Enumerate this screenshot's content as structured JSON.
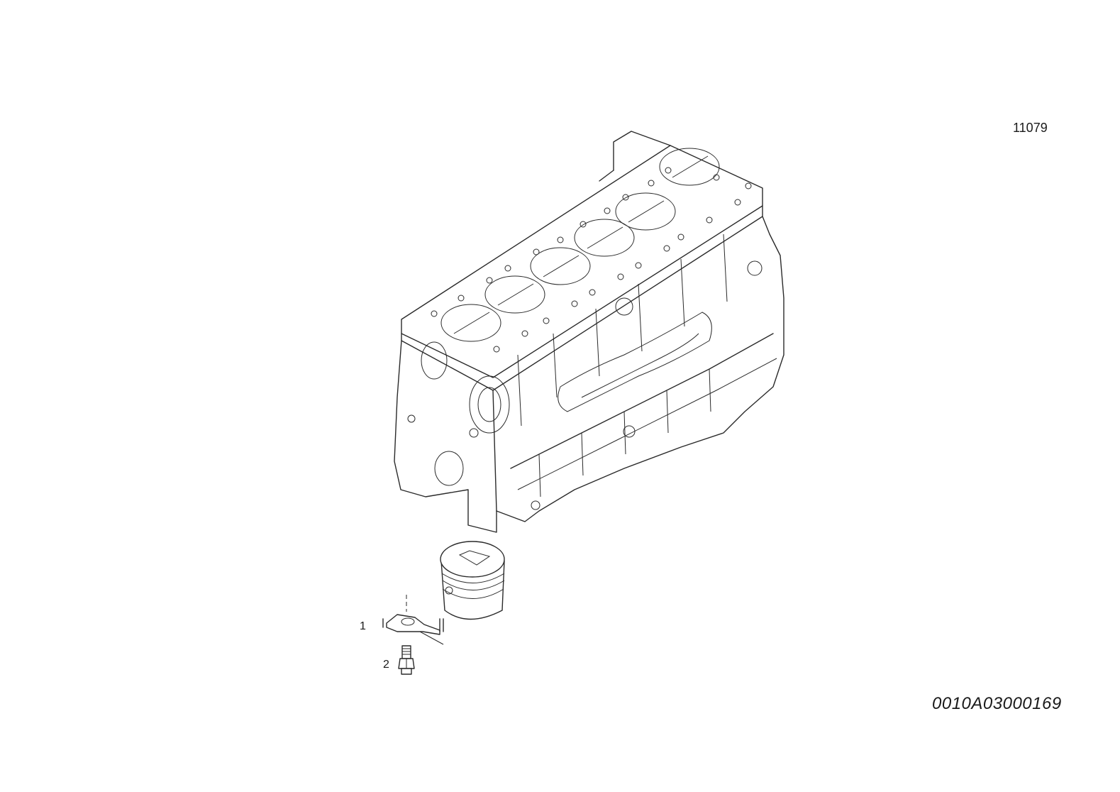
{
  "diagram": {
    "reference_number": "11079",
    "drawing_code": "0010A03000169",
    "callouts": [
      {
        "number": "1",
        "part": "oil-jet-nozzle"
      },
      {
        "number": "2",
        "part": "banjo-bolt"
      }
    ],
    "parts_shown": [
      "engine-block",
      "piston",
      "oil-jet-nozzle",
      "banjo-bolt"
    ],
    "colors": {
      "line": "#2a2a2a",
      "background": "#ffffff"
    }
  }
}
